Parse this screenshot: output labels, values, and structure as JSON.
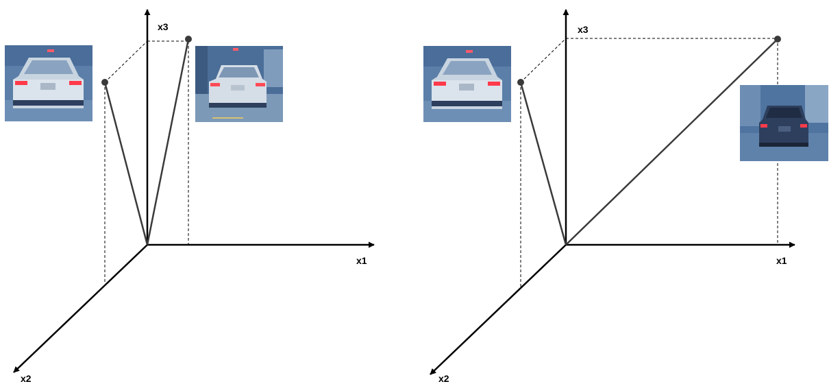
{
  "colors": {
    "axis": "#000000",
    "vector": "#3a3a3a",
    "point": "#3a3a3a",
    "projection": "#000000",
    "photo_sky": "#5b7fa8",
    "photo_road": "#6e8fb5",
    "car_white": "#c8d4e0",
    "car_dark": "#2e3f5e",
    "tail_light": "#ff3a4a"
  },
  "panels": [
    {
      "axes": {
        "x1": "x1",
        "x2": "x2",
        "x3": "x3"
      },
      "vectors": [
        {
          "image": "white-sedan-close-rear",
          "icon": "car-photo-icon"
        },
        {
          "image": "white-sedan-on-street",
          "icon": "car-photo-icon"
        }
      ]
    },
    {
      "axes": {
        "x1": "x1",
        "x2": "x2",
        "x3": "x3"
      },
      "vectors": [
        {
          "image": "white-sedan-close-rear",
          "icon": "car-photo-icon"
        },
        {
          "image": "dark-suv-rear",
          "icon": "car-photo-icon"
        }
      ]
    }
  ]
}
